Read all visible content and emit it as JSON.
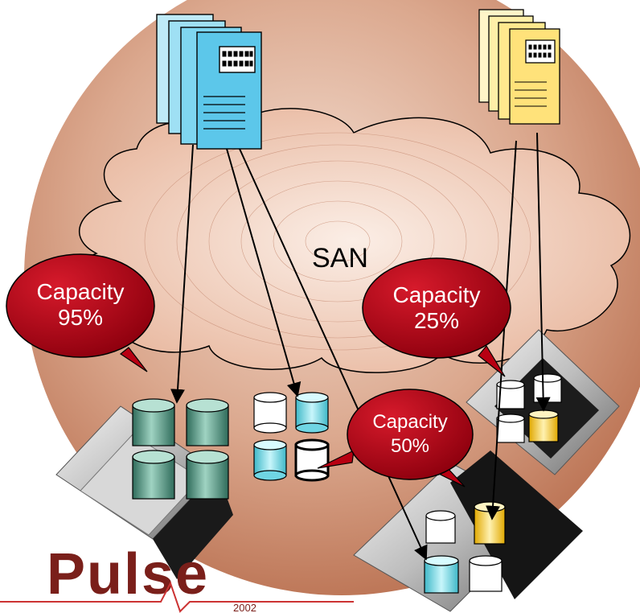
{
  "san_label": "SAN",
  "callouts": [
    {
      "line1": "Capacity",
      "line2": "95%"
    },
    {
      "line1": "Capacity",
      "line2": "25%"
    },
    {
      "line1": "Capacity",
      "line2": "50%"
    }
  ],
  "logo": {
    "text": "Pulse",
    "year": "2002"
  },
  "colors": {
    "sphere": "#d9a58a",
    "cloud": "#f2cdb8",
    "callout": "#b80012",
    "server_blue": "#66ccee",
    "server_yellow": "#ffe98a",
    "disk_green": "#3f8c78",
    "disk_cyan": "#7fe3f0",
    "disk_gold": "#f1c232",
    "logo": "#7a1f1a"
  }
}
